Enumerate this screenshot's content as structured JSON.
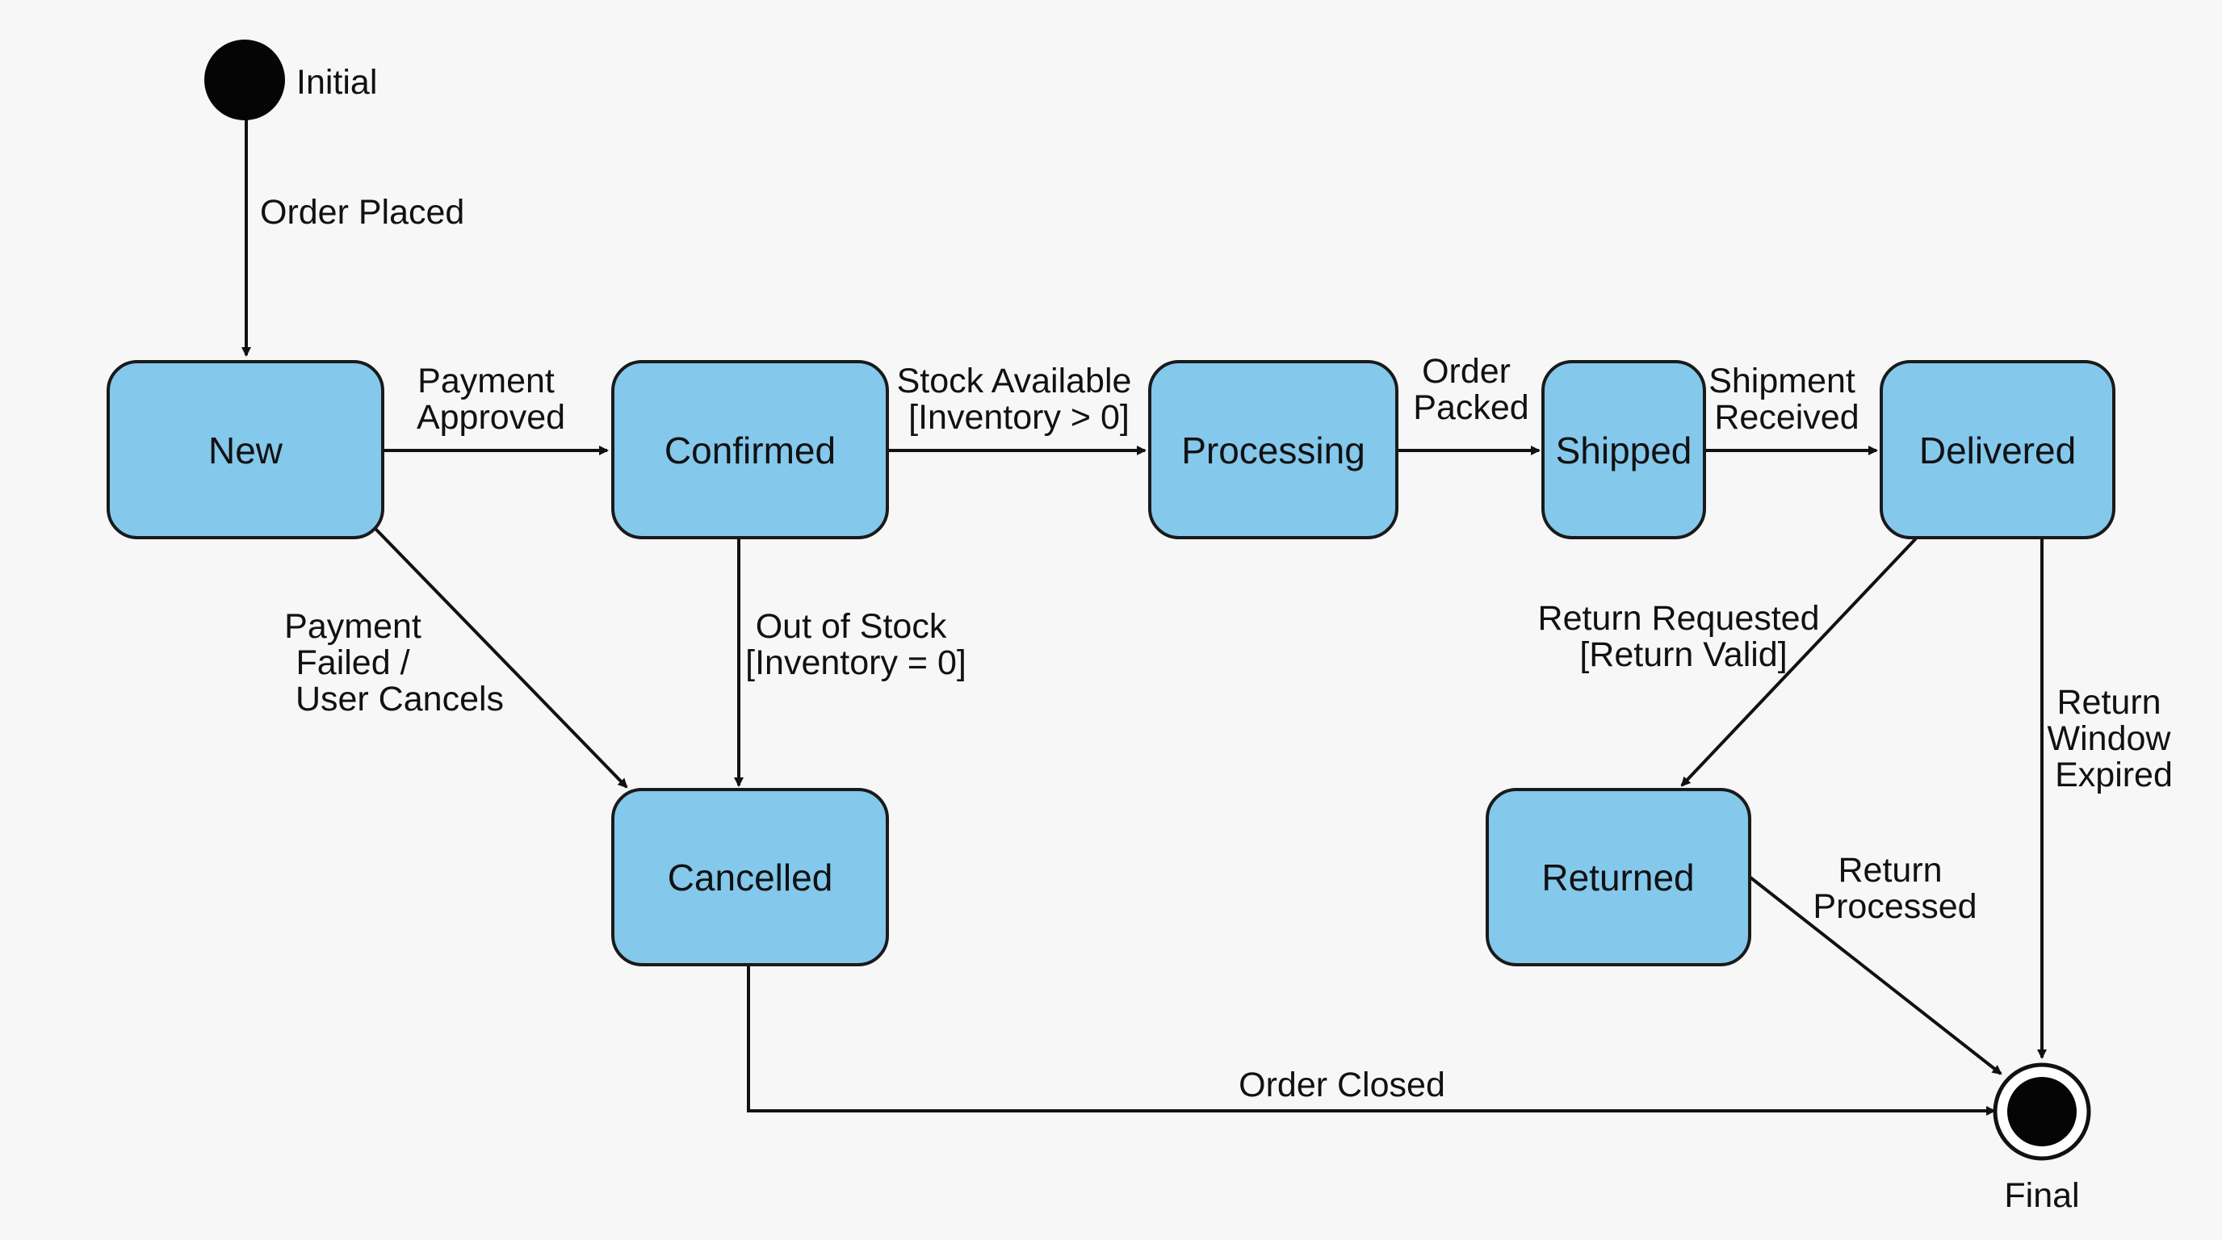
{
  "pseudostates": {
    "initial_label": "Initial",
    "final_label": "Final"
  },
  "states": {
    "new": "New",
    "confirmed": "Confirmed",
    "processing": "Processing",
    "shipped": "Shipped",
    "delivered": "Delivered",
    "cancelled": "Cancelled",
    "returned": "Returned"
  },
  "transitions": {
    "order_placed": [
      "Order Placed"
    ],
    "payment_approved": [
      "Payment",
      "Approved"
    ],
    "stock_available": [
      "Stock Available",
      "[Inventory > 0]"
    ],
    "order_packed": [
      "Order",
      "Packed"
    ],
    "shipment_received": [
      "Shipment",
      "Received"
    ],
    "payment_failed": [
      "Payment",
      "Failed /",
      "User Cancels"
    ],
    "out_of_stock": [
      "Out of Stock",
      "[Inventory = 0]"
    ],
    "return_requested": [
      "Return Requested",
      "[Return Valid]"
    ],
    "return_window_expired": [
      "Return",
      "Window",
      "Expired"
    ],
    "return_processed": [
      "Return",
      "Processed"
    ],
    "order_closed": [
      "Order Closed"
    ]
  },
  "colors": {
    "state_fill": "#84c8ec",
    "stroke": "#111111",
    "background": "#f6f7f6"
  }
}
